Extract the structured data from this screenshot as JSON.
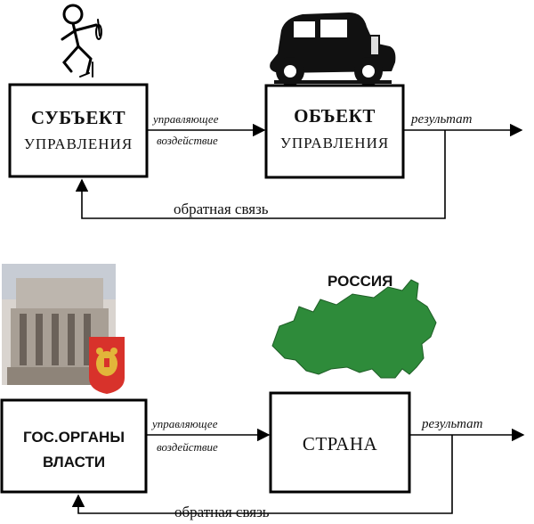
{
  "top": {
    "subject_line1": "СУБЪЕКТ",
    "subject_line2": "УПРАВЛЕНИЯ",
    "action_line1": "управляющее",
    "action_line2": "воздействие",
    "object_line1": "ОБЪЕКТ",
    "object_line2": "УПРАВЛЕНИЯ",
    "result": "результат",
    "feedback": "обратная связь"
  },
  "bottom": {
    "subject_line1": "ГОС.ОРГАНЫ",
    "subject_line2": "ВЛАСТИ",
    "action_line1": "управляющее",
    "action_line2": "воздействие",
    "object": "СТРАНА",
    "result": "результат",
    "feedback": "обратная связь",
    "map_label": "РОССИЯ"
  },
  "colors": {
    "map_green": "#2e8b3a",
    "emblem_red": "#d8322b",
    "emblem_gold": "#e2b53a"
  },
  "icons": [
    "stick-figure-icon",
    "car-icon",
    "building-photo",
    "coat-of-arms-icon",
    "russia-map-icon"
  ]
}
